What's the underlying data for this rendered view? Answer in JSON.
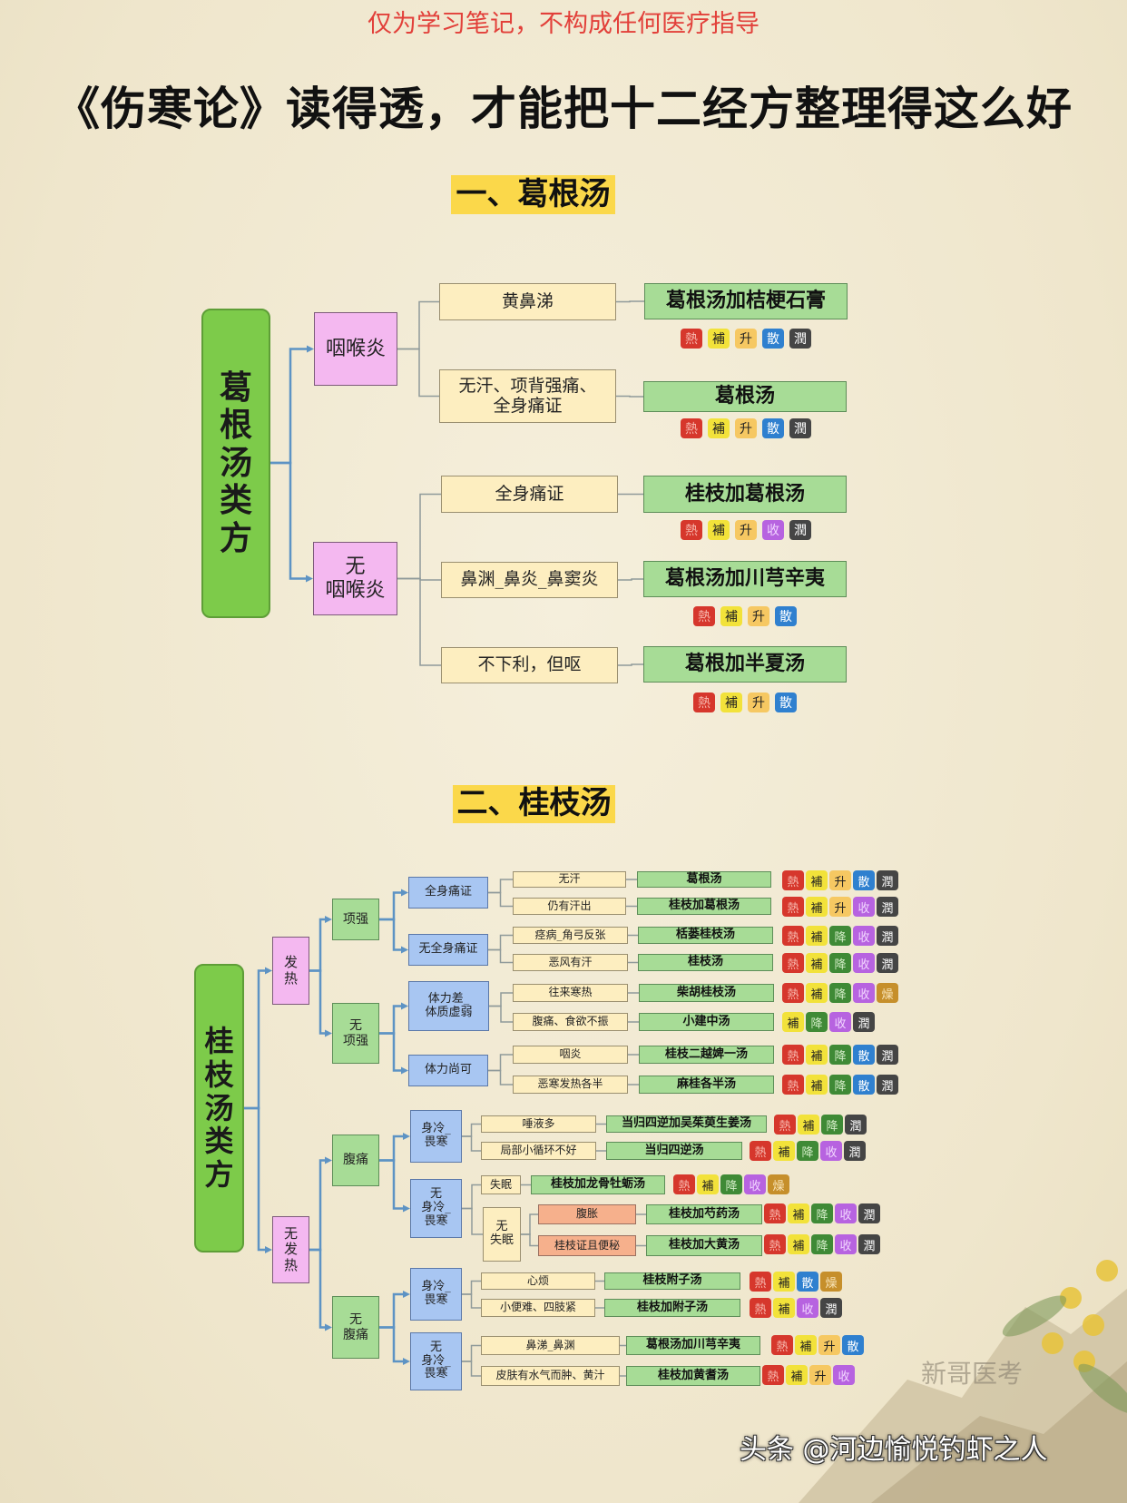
{
  "notice": "仅为学习笔记，不构成任何医疗指导",
  "title": "《伤寒论》读得透，才能把十二经方整理得这么好",
  "tag_colors": {
    "熱": {
      "bg": "#d6372c",
      "fg": "#f6b5ab"
    },
    "補": {
      "bg": "#f2e23a",
      "fg": "#222222"
    },
    "升": {
      "bg": "#f6c862",
      "fg": "#222222"
    },
    "散": {
      "bg": "#2f80cf",
      "fg": "#ffffff"
    },
    "潤": {
      "bg": "#454545",
      "fg": "#ffffff"
    },
    "收": {
      "bg": "#b763e0",
      "fg": "#f2d6ff"
    },
    "降": {
      "bg": "#3f8a36",
      "fg": "#d2ecc6"
    },
    "燥": {
      "bg": "#c68f2b",
      "fg": "#f8e4b8"
    }
  },
  "section1": {
    "heading": "一、葛根汤",
    "root": "葛\n根\n汤\n类\n方",
    "branches": [
      {
        "label": "咽喉炎",
        "items": [
          {
            "condition": "黄鼻涕",
            "formula": "葛根汤加桔梗石膏",
            "tags": [
              "熱",
              "補",
              "升",
              "散",
              "潤"
            ]
          },
          {
            "condition": "无汗、项背强痛、全身痛证",
            "formula": "葛根汤",
            "tags": [
              "熱",
              "補",
              "升",
              "散",
              "潤"
            ]
          }
        ]
      },
      {
        "label": "无\n咽喉炎",
        "items": [
          {
            "condition": "全身痛证",
            "formula": "桂枝加葛根汤",
            "tags": [
              "熱",
              "補",
              "升",
              "收",
              "潤"
            ]
          },
          {
            "condition": "鼻渊_鼻炎_鼻窦炎",
            "formula": "葛根汤加川芎辛夷",
            "tags": [
              "熱",
              "補",
              "升",
              "散"
            ]
          },
          {
            "condition": "不下利，但呕",
            "formula": "葛根加半夏汤",
            "tags": [
              "熱",
              "補",
              "升",
              "散"
            ]
          }
        ]
      }
    ]
  },
  "section2": {
    "heading": "二、桂枝汤",
    "root": "桂\n枝\n汤\n类\n方",
    "branches": [
      {
        "label": "发\n热",
        "groups": [
          {
            "label": "项强",
            "subgroups": [
              {
                "label": "全身痛证",
                "items": [
                  {
                    "condition": "无汗",
                    "formula": "葛根汤",
                    "tags": [
                      "熱",
                      "補",
                      "升",
                      "散",
                      "潤"
                    ]
                  },
                  {
                    "condition": "仍有汗出",
                    "formula": "桂枝加葛根汤",
                    "tags": [
                      "熱",
                      "補",
                      "升",
                      "收",
                      "潤"
                    ]
                  }
                ]
              },
              {
                "label": "无全身痛证",
                "items": [
                  {
                    "condition": "痉病_角弓反张",
                    "formula": "栝蒌桂枝汤",
                    "tags": [
                      "熱",
                      "補",
                      "降",
                      "收",
                      "潤"
                    ]
                  },
                  {
                    "condition": "恶风有汗",
                    "formula": "桂枝汤",
                    "tags": [
                      "熱",
                      "補",
                      "降",
                      "收",
                      "潤"
                    ]
                  }
                ]
              }
            ]
          },
          {
            "label": "无\n项强",
            "subgroups": [
              {
                "label": "体力差_\n体质虚弱",
                "items": [
                  {
                    "condition": "往来寒热",
                    "formula": "柴胡桂枝汤",
                    "tags": [
                      "熱",
                      "補",
                      "降",
                      "收",
                      "燥"
                    ]
                  },
                  {
                    "condition": "腹痛、食欲不振",
                    "formula": "小建中汤",
                    "tags": [
                      "補",
                      "降",
                      "收",
                      "潤"
                    ]
                  }
                ]
              },
              {
                "label": "体力尚可",
                "items": [
                  {
                    "condition": "咽炎",
                    "formula": "桂枝二越婢一汤",
                    "tags": [
                      "熱",
                      "補",
                      "降",
                      "散",
                      "潤"
                    ]
                  },
                  {
                    "condition": "恶寒发热各半",
                    "formula": "麻桂各半汤",
                    "tags": [
                      "熱",
                      "補",
                      "降",
                      "散",
                      "潤"
                    ]
                  }
                ]
              }
            ]
          }
        ]
      },
      {
        "label": "无\n发\n热",
        "groups": [
          {
            "label": "腹痛",
            "subgroups": [
              {
                "label": "身冷_\n畏寒",
                "items": [
                  {
                    "condition": "唾液多",
                    "formula": "当归四逆加吴茱萸生姜汤",
                    "tags": [
                      "熱",
                      "補",
                      "降",
                      "潤"
                    ]
                  },
                  {
                    "condition": "局部小循环不好",
                    "formula": "当归四逆汤",
                    "tags": [
                      "熱",
                      "補",
                      "降",
                      "收",
                      "潤"
                    ]
                  }
                ]
              },
              {
                "label": "无\n身冷_\n畏寒",
                "items": [
                  {
                    "condition": "失眠",
                    "formula": "桂枝加龙骨牡蛎汤",
                    "tags": [
                      "熱",
                      "補",
                      "降",
                      "收",
                      "燥"
                    ]
                  }
                ],
                "subgroup": {
                  "label": "无\n失眠",
                  "items": [
                    {
                      "condition": "腹胀",
                      "formula": "桂枝加芍药汤",
                      "tags": [
                        "熱",
                        "補",
                        "降",
                        "收",
                        "潤"
                      ]
                    },
                    {
                      "condition": "桂枝证且便秘",
                      "formula": "桂枝加大黄汤",
                      "tags": [
                        "熱",
                        "補",
                        "降",
                        "收",
                        "潤"
                      ]
                    }
                  ]
                }
              }
            ]
          },
          {
            "label": "无\n腹痛",
            "subgroups": [
              {
                "label": "身冷_\n畏寒",
                "items": [
                  {
                    "condition": "心烦",
                    "formula": "桂枝附子汤",
                    "tags": [
                      "熱",
                      "補",
                      "散",
                      "燥"
                    ]
                  },
                  {
                    "condition": "小便难、四肢紧",
                    "formula": "桂枝加附子汤",
                    "tags": [
                      "熱",
                      "補",
                      "收",
                      "潤"
                    ]
                  }
                ]
              },
              {
                "label": "无\n身冷_\n畏寒",
                "items": [
                  {
                    "condition": "鼻涕_鼻渊",
                    "formula": "葛根汤加川芎辛夷",
                    "tags": [
                      "熱",
                      "補",
                      "升",
                      "散"
                    ]
                  },
                  {
                    "condition": "皮肤有水气而肿、黄汁",
                    "formula": "桂枝加黄耆汤",
                    "tags": [
                      "熱",
                      "補",
                      "升",
                      "收"
                    ]
                  }
                ]
              }
            ]
          }
        ]
      }
    ]
  },
  "watermark": "头条 @河边愉悦钓虾之人",
  "brand_watermark": "新哥医考"
}
